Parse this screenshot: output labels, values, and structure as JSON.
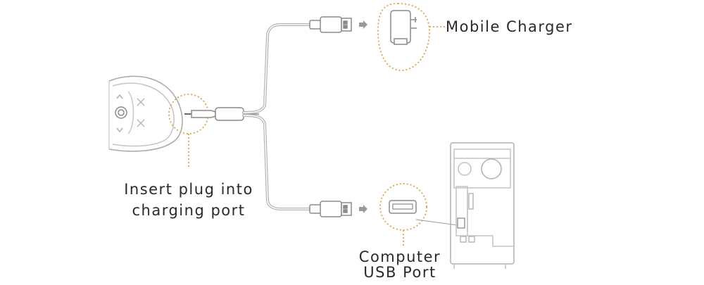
{
  "labels": {
    "mobile_charger": "Mobile Charger",
    "insert_line1": "Insert plug into",
    "insert_line2": "charging port",
    "computer_line1": "Computer",
    "computer_line2": "USB Port"
  },
  "colors": {
    "outline": "#9a9a9a",
    "light_outline": "#c8c8c8",
    "highlight_dotted": "#e0a24a",
    "text": "#2a2a2a"
  }
}
